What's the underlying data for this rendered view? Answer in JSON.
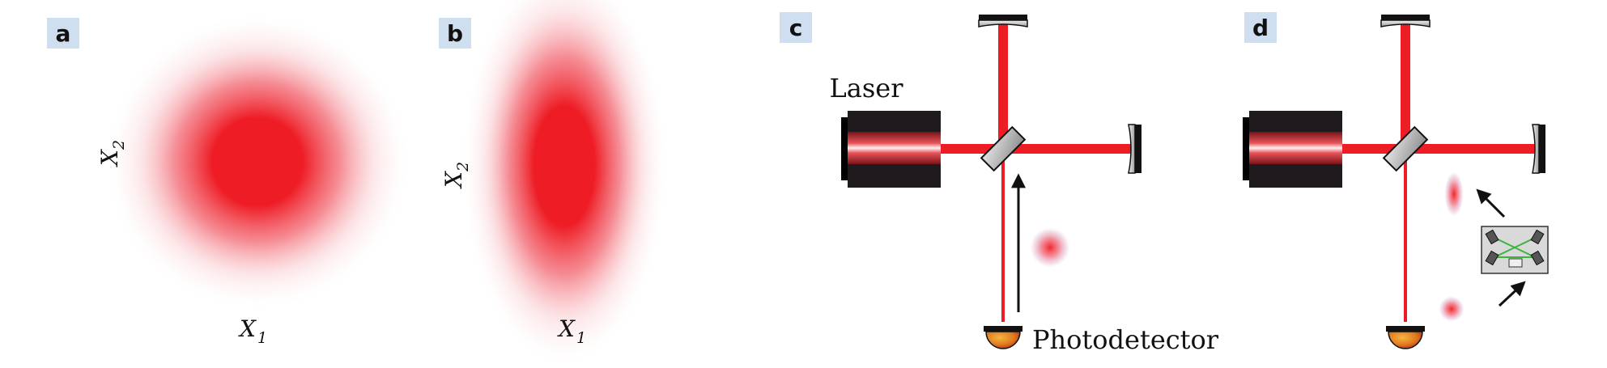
{
  "panels": {
    "a": {
      "label": "a",
      "x_axis": "X",
      "x_sub": "1",
      "y_axis": "X",
      "y_sub": "2"
    },
    "b": {
      "label": "b",
      "x_axis": "X",
      "x_sub": "1",
      "y_axis": "X",
      "y_sub": "2"
    },
    "c": {
      "label": "c",
      "laser_label": "Laser",
      "detector_label": "Photodetector"
    },
    "d": {
      "label": "d"
    }
  },
  "colors": {
    "beam": "#ee1c24",
    "label_bg": "#cfdff0",
    "laser_body": "#1e1a1e",
    "detector_orange": "#f0a030",
    "squeezer_box": "#d9d9d9",
    "squeezer_beam": "#3cb43c"
  }
}
